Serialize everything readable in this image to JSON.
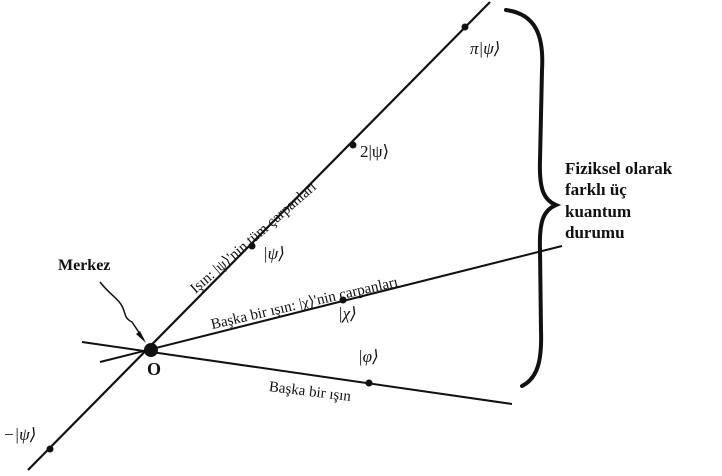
{
  "labels": {
    "merkez": "Merkez",
    "origin_mark": "O",
    "pi_psi": "π|ψ⟩",
    "two_psi": "2|ψ⟩",
    "psi": "|ψ⟩",
    "neg_psi": "−|ψ⟩",
    "chi": "|χ⟩",
    "phi": "|φ⟩",
    "main_ray": "Işın: |ψ⟩'nin tüm çarpanları",
    "chi_ray": "Başka bir ışın: |χ⟩'nin çarpanları",
    "phi_ray": "Başka bir ışın",
    "physics_lines": [
      "Fiziksel olarak",
      "farklı üç",
      "kuantum",
      "durumu"
    ]
  },
  "colors": {
    "ink": "#111111",
    "background": "#ffffff"
  }
}
